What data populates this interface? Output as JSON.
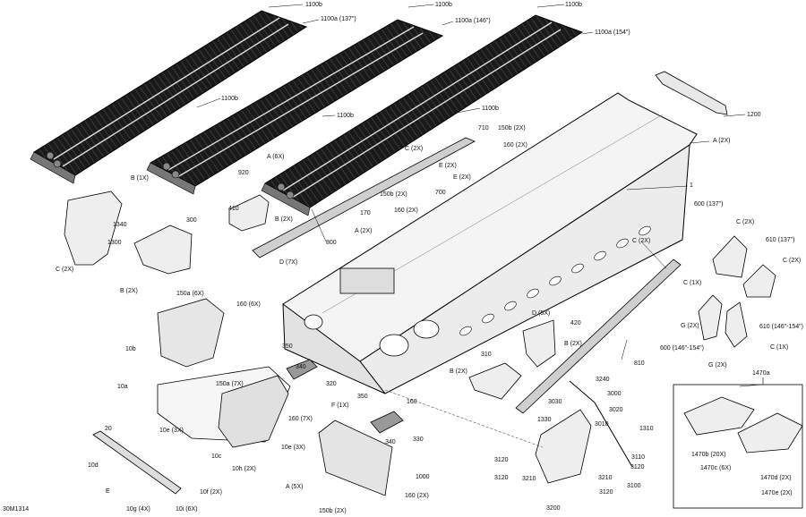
{
  "diagram_code": "30M1314",
  "inset_label": "1470a",
  "labels": [
    {
      "id": "l1100b_1",
      "text": "1100b"
    },
    {
      "id": "l1100b_2",
      "text": "1100b"
    },
    {
      "id": "l1100b_3",
      "text": "1100b"
    },
    {
      "id": "l1100a137",
      "text": "1100a (137\")"
    },
    {
      "id": "l1100a146",
      "text": "1100a (146\")"
    },
    {
      "id": "l1100a154",
      "text": "1100a (154\")"
    },
    {
      "id": "l1100b_4",
      "text": "1100b"
    },
    {
      "id": "l1100b_5",
      "text": "1100b"
    },
    {
      "id": "l1100b_6",
      "text": "1100b"
    },
    {
      "id": "l1200",
      "text": "1200"
    },
    {
      "id": "lA2x_top",
      "text": "A (2X)"
    },
    {
      "id": "l1",
      "text": "1"
    },
    {
      "id": "l710",
      "text": "710"
    },
    {
      "id": "l150b2x_top",
      "text": "150b (2X)"
    },
    {
      "id": "l160_2x_top",
      "text": "160 (2X)"
    },
    {
      "id": "lC2x_top",
      "text": "C (2X)"
    },
    {
      "id": "lE2x_a",
      "text": "E (2X)"
    },
    {
      "id": "lE2x_b",
      "text": "E (2X)"
    },
    {
      "id": "lA6x",
      "text": "A (6X)"
    },
    {
      "id": "l920",
      "text": "920"
    },
    {
      "id": "l150b2x_mid",
      "text": "150b (2X)"
    },
    {
      "id": "l700",
      "text": "700"
    },
    {
      "id": "l160_2x_mid",
      "text": "160 (2X)"
    },
    {
      "id": "lB1x",
      "text": "B (1X)"
    },
    {
      "id": "l1340",
      "text": "1340"
    },
    {
      "id": "l1300",
      "text": "1300"
    },
    {
      "id": "lC2x_left",
      "text": "C (2X)"
    },
    {
      "id": "l410",
      "text": "410"
    },
    {
      "id": "lB2x_410",
      "text": "B (2X)"
    },
    {
      "id": "l300",
      "text": "300"
    },
    {
      "id": "lB2x_300",
      "text": "B (2X)"
    },
    {
      "id": "l170",
      "text": "170"
    },
    {
      "id": "lA2x_mid",
      "text": "A (2X)"
    },
    {
      "id": "l800",
      "text": "800"
    },
    {
      "id": "lD7x",
      "text": "D (7X)"
    },
    {
      "id": "l150a6x",
      "text": "150a (6X)"
    },
    {
      "id": "l160_6x",
      "text": "160 (6X)"
    },
    {
      "id": "l10b",
      "text": "10b"
    },
    {
      "id": "lD5x",
      "text": "D (5X)"
    },
    {
      "id": "l420",
      "text": "420"
    },
    {
      "id": "lB2x_420",
      "text": "B (2X)"
    },
    {
      "id": "l310",
      "text": "310"
    },
    {
      "id": "lB2x_310",
      "text": "B (2X)"
    },
    {
      "id": "l810",
      "text": "810"
    },
    {
      "id": "lC2x_810",
      "text": "C (2X)"
    },
    {
      "id": "l600_137",
      "text": "600 (137\")"
    },
    {
      "id": "lC2x_600",
      "text": "C (2X)"
    },
    {
      "id": "l610_137",
      "text": "610 (137\")"
    },
    {
      "id": "lC2x_610",
      "text": "C (2X)"
    },
    {
      "id": "lC1x_a",
      "text": "C (1X)"
    },
    {
      "id": "lG2x_a",
      "text": "G (2X)"
    },
    {
      "id": "l600_146",
      "text": "600 (146\"-154\")"
    },
    {
      "id": "l610_146",
      "text": "610 (146\"-154\")"
    },
    {
      "id": "lC1x_b",
      "text": "C (1X)"
    },
    {
      "id": "lG2x_b",
      "text": "G (2X)"
    },
    {
      "id": "l350_a",
      "text": "350"
    },
    {
      "id": "l340_a",
      "text": "340"
    },
    {
      "id": "l320",
      "text": "320"
    },
    {
      "id": "l10a",
      "text": "10a"
    },
    {
      "id": "l150a7x",
      "text": "150a (7X)"
    },
    {
      "id": "l160_7x",
      "text": "160 (7X)"
    },
    {
      "id": "lF1x",
      "text": "F (1X)"
    },
    {
      "id": "l160_f",
      "text": "160"
    },
    {
      "id": "l350_b",
      "text": "350"
    },
    {
      "id": "l340_b",
      "text": "340"
    },
    {
      "id": "l330",
      "text": "330"
    },
    {
      "id": "l10e3x_a",
      "text": "10e (3X)"
    },
    {
      "id": "l10c",
      "text": "10c"
    },
    {
      "id": "l10e3x_b",
      "text": "10e (3X)"
    },
    {
      "id": "l10h2x",
      "text": "10h (2X)"
    },
    {
      "id": "l20",
      "text": "20"
    },
    {
      "id": "l10d",
      "text": "10d"
    },
    {
      "id": "lE",
      "text": "E"
    },
    {
      "id": "l10g4x",
      "text": "10g (4X)"
    },
    {
      "id": "l10i6x",
      "text": "10i (6X)"
    },
    {
      "id": "l10f2x",
      "text": "10f (2X)"
    },
    {
      "id": "lA5x",
      "text": "A (5X)"
    },
    {
      "id": "l1000",
      "text": "1000"
    },
    {
      "id": "l160_2x_bot",
      "text": "160 (2X)"
    },
    {
      "id": "l150b2x_bot",
      "text": "150b (2X)"
    },
    {
      "id": "l3240",
      "text": "3240"
    },
    {
      "id": "l3030",
      "text": "3030"
    },
    {
      "id": "l3000",
      "text": "3000"
    },
    {
      "id": "l3020",
      "text": "3020"
    },
    {
      "id": "l3010",
      "text": "3010"
    },
    {
      "id": "l1330",
      "text": "1330"
    },
    {
      "id": "l1310",
      "text": "1310"
    },
    {
      "id": "l3110",
      "text": "3110"
    },
    {
      "id": "l3120_a",
      "text": "3120"
    },
    {
      "id": "l3120_b",
      "text": "3120"
    },
    {
      "id": "l3210_a",
      "text": "3210"
    },
    {
      "id": "l3210_b",
      "text": "3210"
    },
    {
      "id": "l3120_c",
      "text": "3120"
    },
    {
      "id": "l3100",
      "text": "3100"
    },
    {
      "id": "l3120_d",
      "text": "3120"
    },
    {
      "id": "l3200",
      "text": "3200"
    },
    {
      "id": "l1470b",
      "text": "1470b (20X)"
    },
    {
      "id": "l1470c",
      "text": "1470c (6X)"
    },
    {
      "id": "l1470d",
      "text": "1470d (2X)"
    },
    {
      "id": "l1470e",
      "text": "1470e (2X)"
    }
  ]
}
